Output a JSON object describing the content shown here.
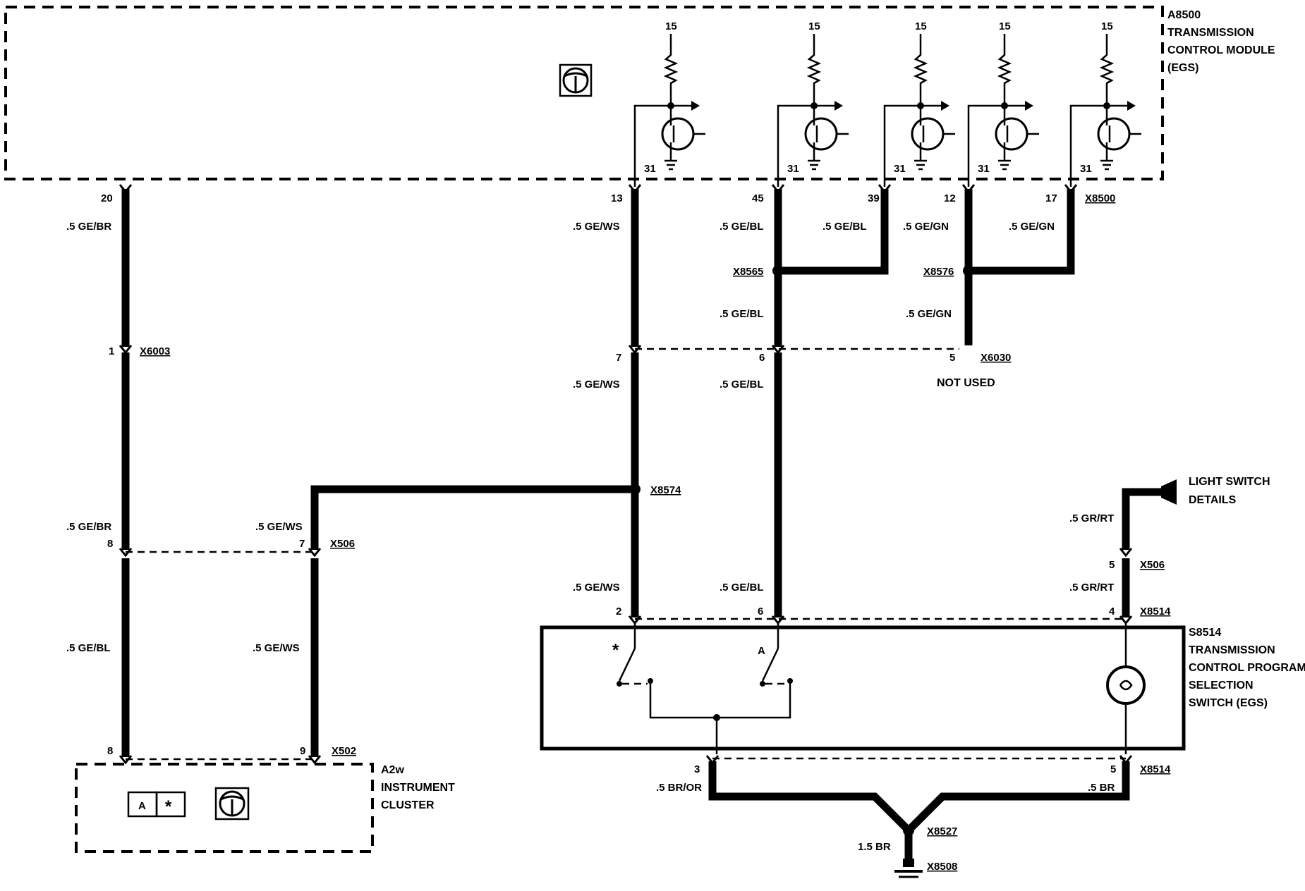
{
  "title": "",
  "components": {
    "tcm": {
      "id": "A8500",
      "name_lines": [
        "TRANSMISSION",
        "CONTROL MODULE",
        "(EGS)"
      ]
    },
    "cluster": {
      "id": "A2w",
      "name_lines": [
        "INSTRUMENT",
        "CLUSTER"
      ],
      "ind_a": "A",
      "ind_star": "*"
    },
    "switch": {
      "id": "S8514",
      "name_lines": [
        "TRANSMISSION",
        "CONTROL PROGRAM",
        "SELECTION",
        "SWITCH (EGS)"
      ],
      "contact_star": "*",
      "contact_a": "A"
    },
    "light_switch": {
      "name_lines": [
        "LIGHT SWITCH",
        "DETAILS"
      ]
    }
  },
  "terminals": {
    "supply": "15",
    "ground": "31"
  },
  "connectors": {
    "c8500": "X8500",
    "c6003": "X6003",
    "c8565": "X8565",
    "c8576": "X8576",
    "c6030": "X6030",
    "c8574": "X8574",
    "c506a": "X506",
    "c506b": "X506",
    "c8514a": "X8514",
    "c8514b": "X8514",
    "c502": "X502",
    "c8527": "X8527",
    "c8508": "X8508"
  },
  "not_used": "NOT USED",
  "pins": {
    "p20": "20",
    "p13": "13",
    "p45": "45",
    "p39": "39",
    "p12": "12",
    "p17": "17",
    "p1": "1",
    "p7a": "7",
    "p6a": "6",
    "p5a": "5",
    "p8a": "8",
    "p7b": "7",
    "p2": "2",
    "p6b": "6",
    "p4": "4",
    "p5b": "5",
    "p8b": "8",
    "p9": "9",
    "p3": "3",
    "p5c": "5"
  },
  "wires": {
    "w1": ".5 GE/BR",
    "w2": ".5 GE/WS",
    "w3": ".5 GE/BL",
    "w4": ".5 GE/BL",
    "w5": ".5 GE/GN",
    "w6": ".5 GE/GN",
    "w7": ".5 GE/BL",
    "w8": ".5 GE/GN",
    "w9": ".5 GE/WS",
    "w10": ".5 GE/BL",
    "w11": ".5 GE/BR",
    "w12": ".5 GE/WS",
    "w13": ".5 GE/BL",
    "w14": ".5 GE/WS",
    "w15": ".5 GE/WS",
    "w16": ".5 GE/BL",
    "w17": ".5 GR/RT",
    "w18": ".5 GR/RT",
    "w19": ".5 BR/OR",
    "w20": ".5 BR",
    "w21": "1.5 BR"
  }
}
